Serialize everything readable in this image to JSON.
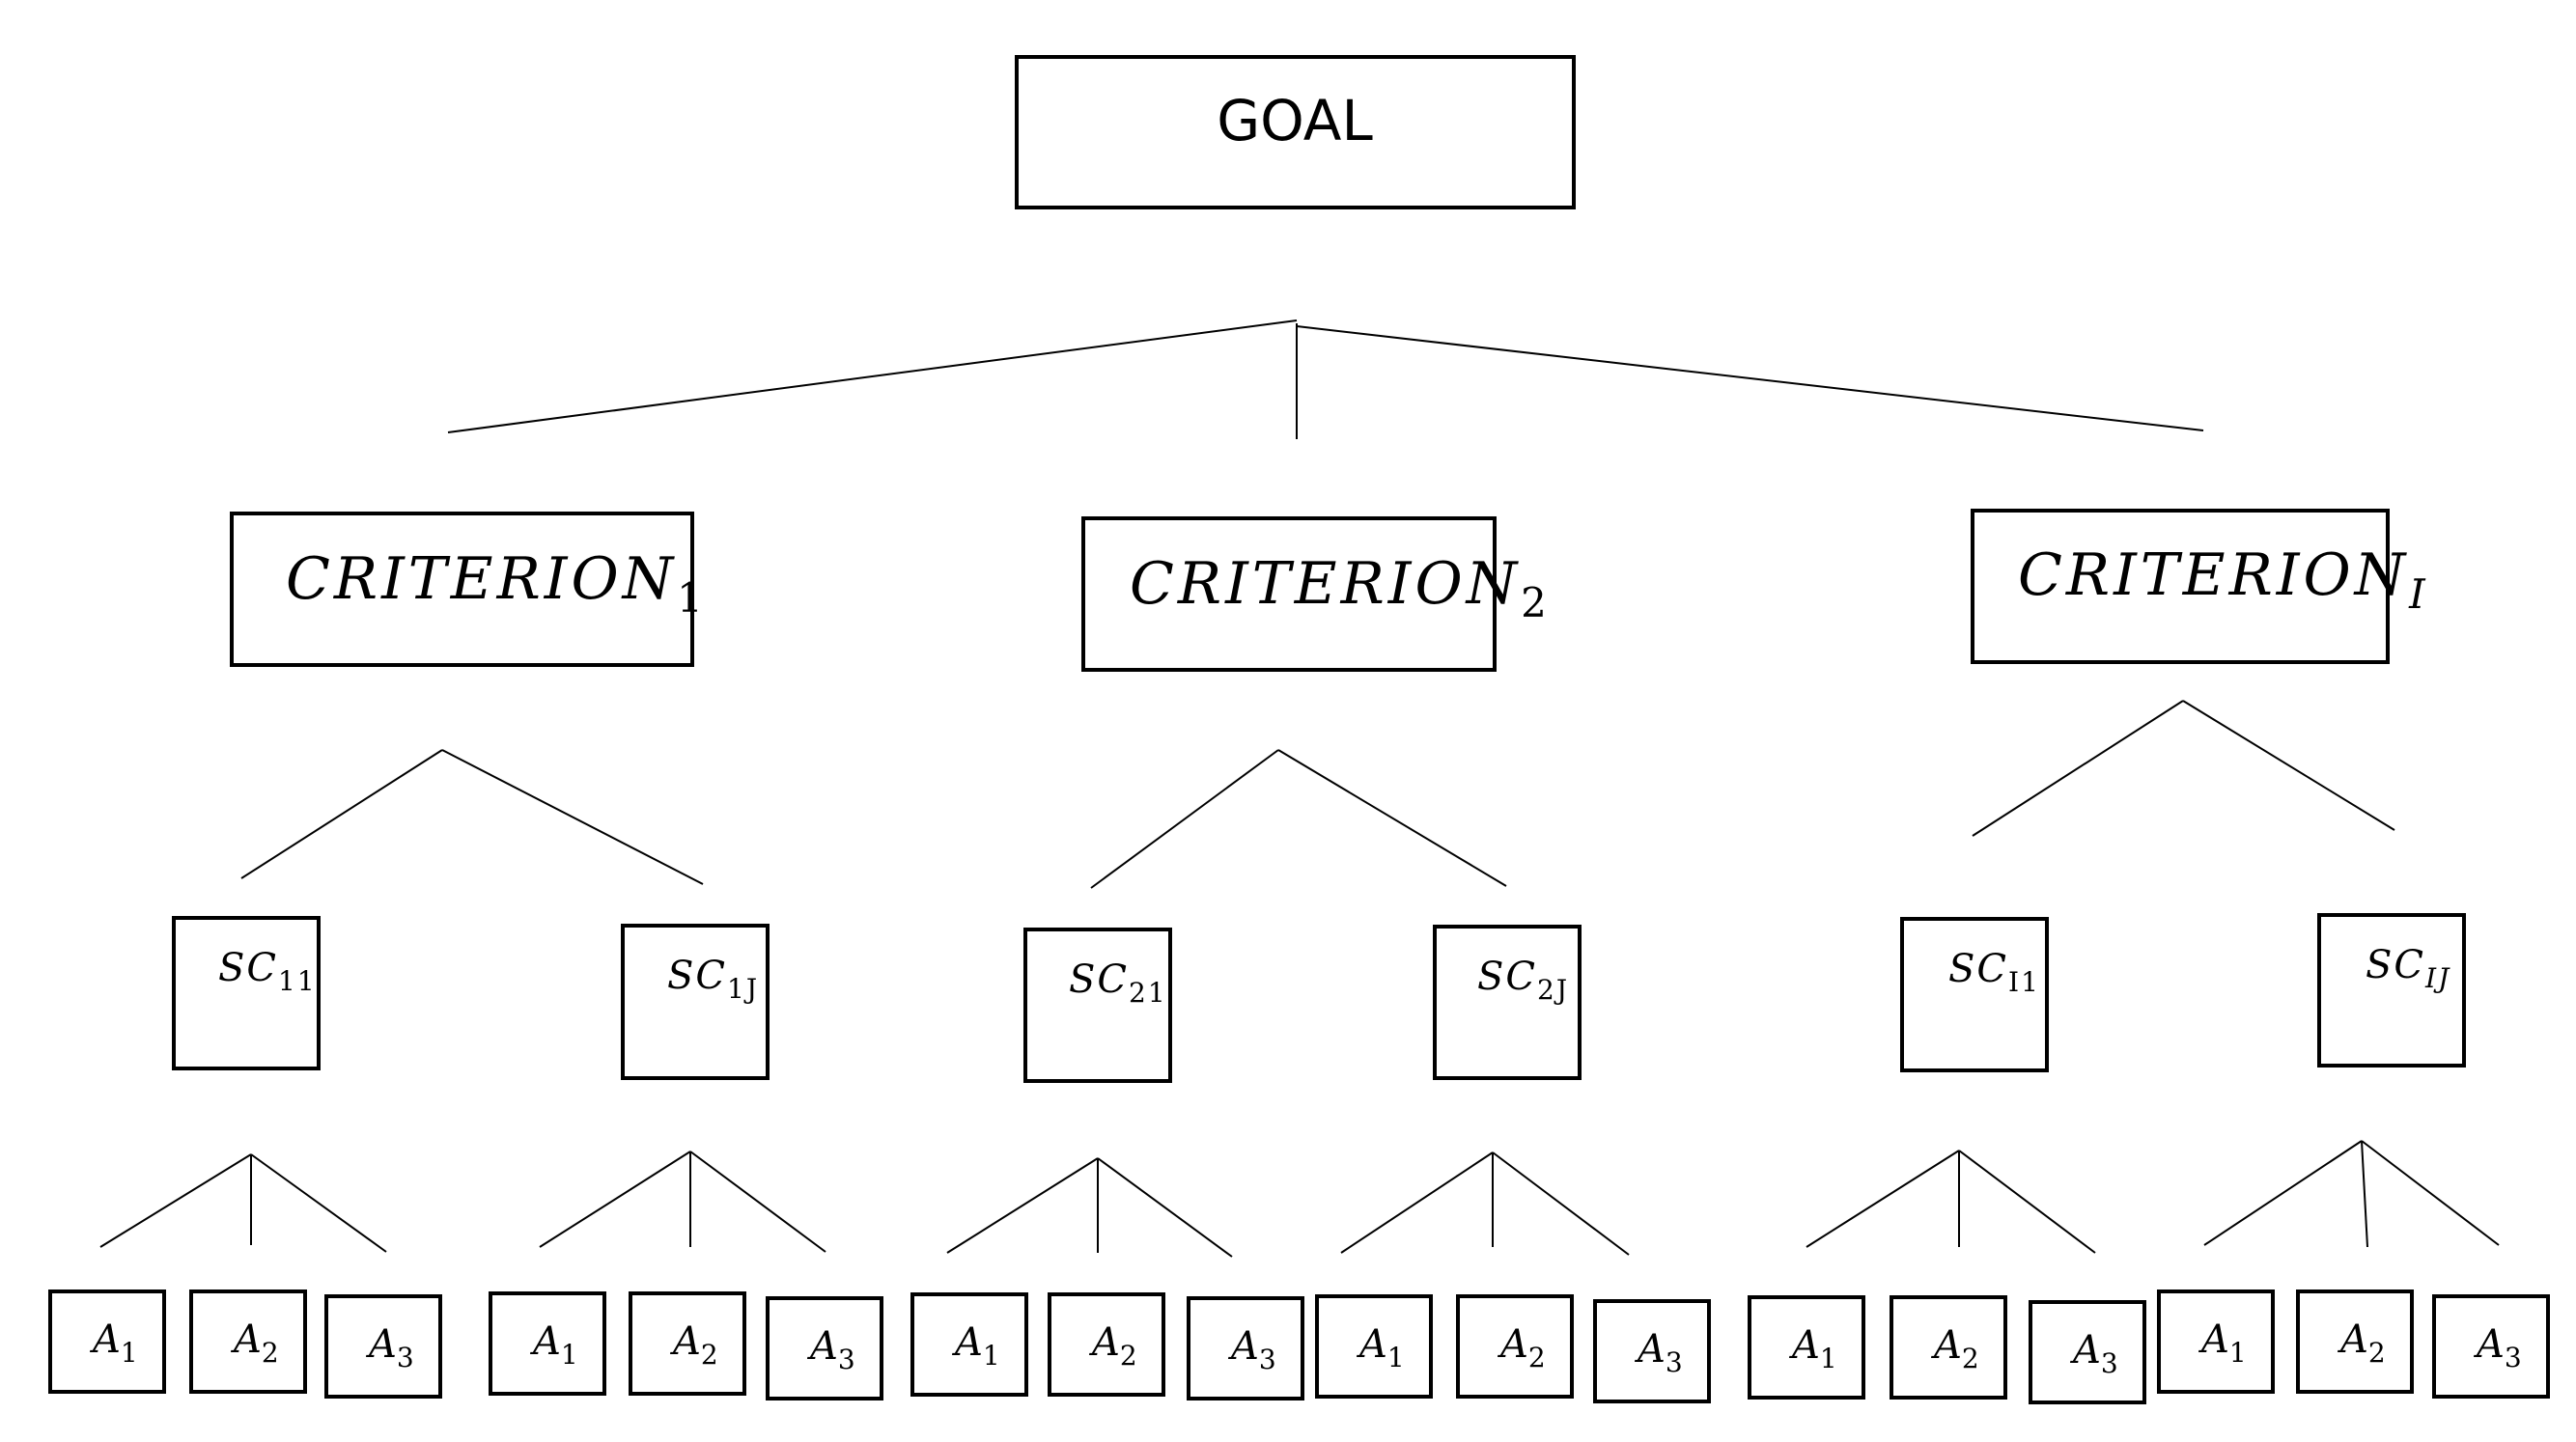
{
  "goal": {
    "label": "GOAL"
  },
  "criteria": [
    {
      "base": "CRITERION",
      "sub": "1",
      "sub_italic": false
    },
    {
      "base": "CRITERION",
      "sub": "2",
      "sub_italic": false
    },
    {
      "base": "CRITERION",
      "sub": "I",
      "sub_italic": true
    }
  ],
  "subcriteria": [
    {
      "base": "SC",
      "sub": "11",
      "sub_italic": false
    },
    {
      "base": "SC",
      "sub": "1J",
      "sub_italic": "J"
    },
    {
      "base": "SC",
      "sub": "21",
      "sub_italic": false
    },
    {
      "base": "SC",
      "sub": "2J",
      "sub_italic": "J"
    },
    {
      "base": "SC",
      "sub": "I1",
      "sub_italic": "I"
    },
    {
      "base": "SC",
      "sub": "IJ",
      "sub_italic": true
    }
  ],
  "alternatives": [
    {
      "base": "A",
      "sub": "1"
    },
    {
      "base": "A",
      "sub": "2"
    },
    {
      "base": "A",
      "sub": "3"
    }
  ]
}
